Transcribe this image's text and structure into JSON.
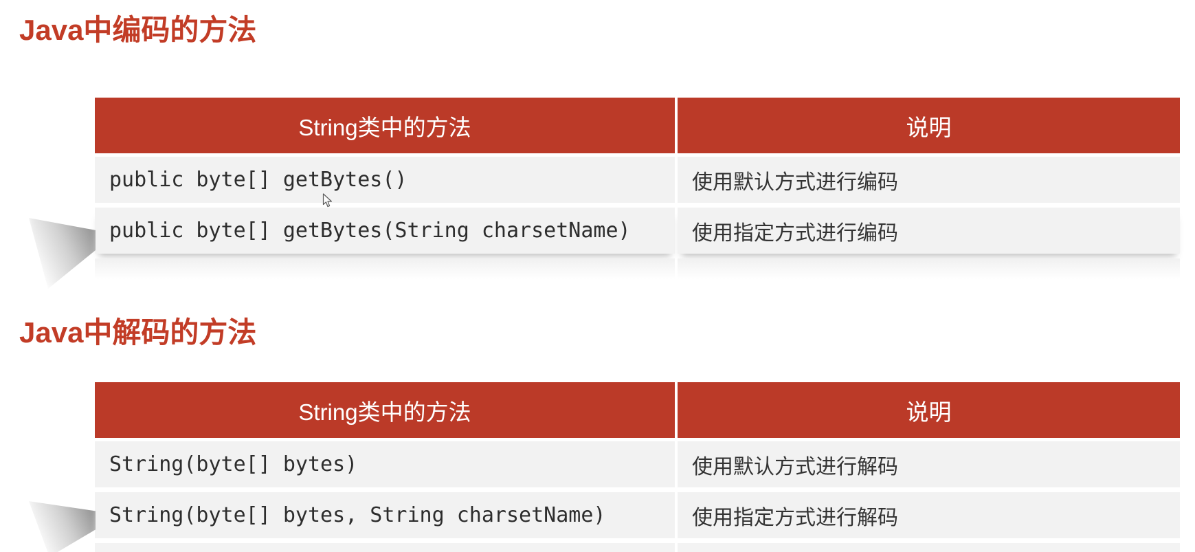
{
  "sections": [
    {
      "heading": "Java中编码的方法",
      "table": {
        "columns": [
          "String类中的方法",
          "说明"
        ],
        "rows": [
          [
            "public byte[] getBytes()",
            "使用默认方式进行编码"
          ],
          [
            "public byte[] getBytes(String charsetName)",
            "使用指定方式进行编码"
          ]
        ]
      }
    },
    {
      "heading": "Java中解码的方法",
      "table": {
        "columns": [
          "String类中的方法",
          "说明"
        ],
        "rows": [
          [
            "String(byte[] bytes)",
            "使用默认方式进行解码"
          ],
          [
            "String(byte[] bytes, String charsetName)",
            "使用指定方式进行解码"
          ]
        ]
      }
    }
  ],
  "colors": {
    "heading_text": "#c23c26",
    "table_header_bg": "#bb3a28",
    "table_header_text": "#ffffff",
    "row_bg": "#f2f2f2",
    "code_text": "#2d2d2d",
    "description_text": "#333333"
  },
  "cursor": "arrow-cursor"
}
